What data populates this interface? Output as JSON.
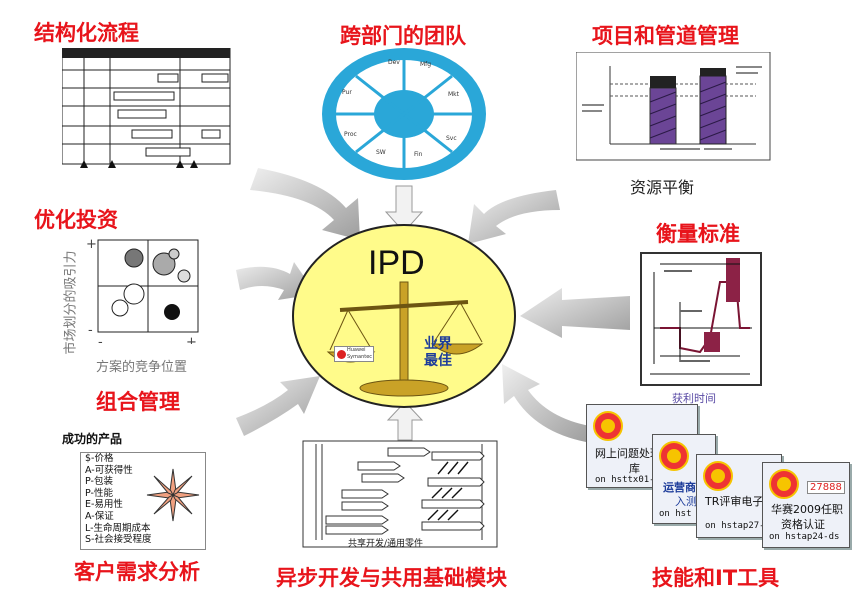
{
  "labels": {
    "structured_process": "结构化流程",
    "cross_team": "跨部门的团队",
    "project_pipeline": "项目和管道管理",
    "resource_balance": "资源平衡",
    "optimize_investment": "优化投资",
    "metrics": "衡量标准",
    "portfolio": "组合管理",
    "customer_analysis": "客户需求分析",
    "async_dev": "异步开发与共用基础模块",
    "skills_it": "技能和IT工具"
  },
  "center": {
    "title": "IPD",
    "best": "业界最佳",
    "logo_line1": "Huawei",
    "logo_line2": "Symantec"
  },
  "wheel": {
    "segments": [
      "Dev",
      "Mfg",
      "Mkt",
      "Svc",
      "Fin",
      "SW",
      "Proc",
      "Pur"
    ]
  },
  "matrix": {
    "y_label": "市场划分的吸引力",
    "x_label": "方案的竞争位置",
    "plus": "+",
    "minus": "-"
  },
  "product": {
    "title": "成功的产品",
    "items": [
      "$-价格",
      "A-可获得性",
      "P-包装",
      "P-性能",
      "E-易用性",
      "A-保证",
      "L-生命周期成本",
      "S-社会接受程度"
    ]
  },
  "metrics_caption": "获利时间",
  "async": {
    "caption": "共享开发/通用零件"
  },
  "cards": [
    {
      "title": "网上问题处理",
      "sub": "库",
      "url": "on hsttx01-d"
    },
    {
      "title": "运营商",
      "sub": "入测",
      "url": "on hst"
    },
    {
      "title": "TR评审电子",
      "sub": "",
      "url": "on hstap27-"
    },
    {
      "title": "华赛2009任职",
      "sub": "资格认证",
      "url": "on hstap24-ds",
      "badge": "27888"
    }
  ],
  "colors": {
    "label_red": "#e8141b",
    "wheel_blue": "#2aa7d8",
    "center_yellow": "#fffb8a",
    "arrow_gray": "#b3b3b3"
  }
}
